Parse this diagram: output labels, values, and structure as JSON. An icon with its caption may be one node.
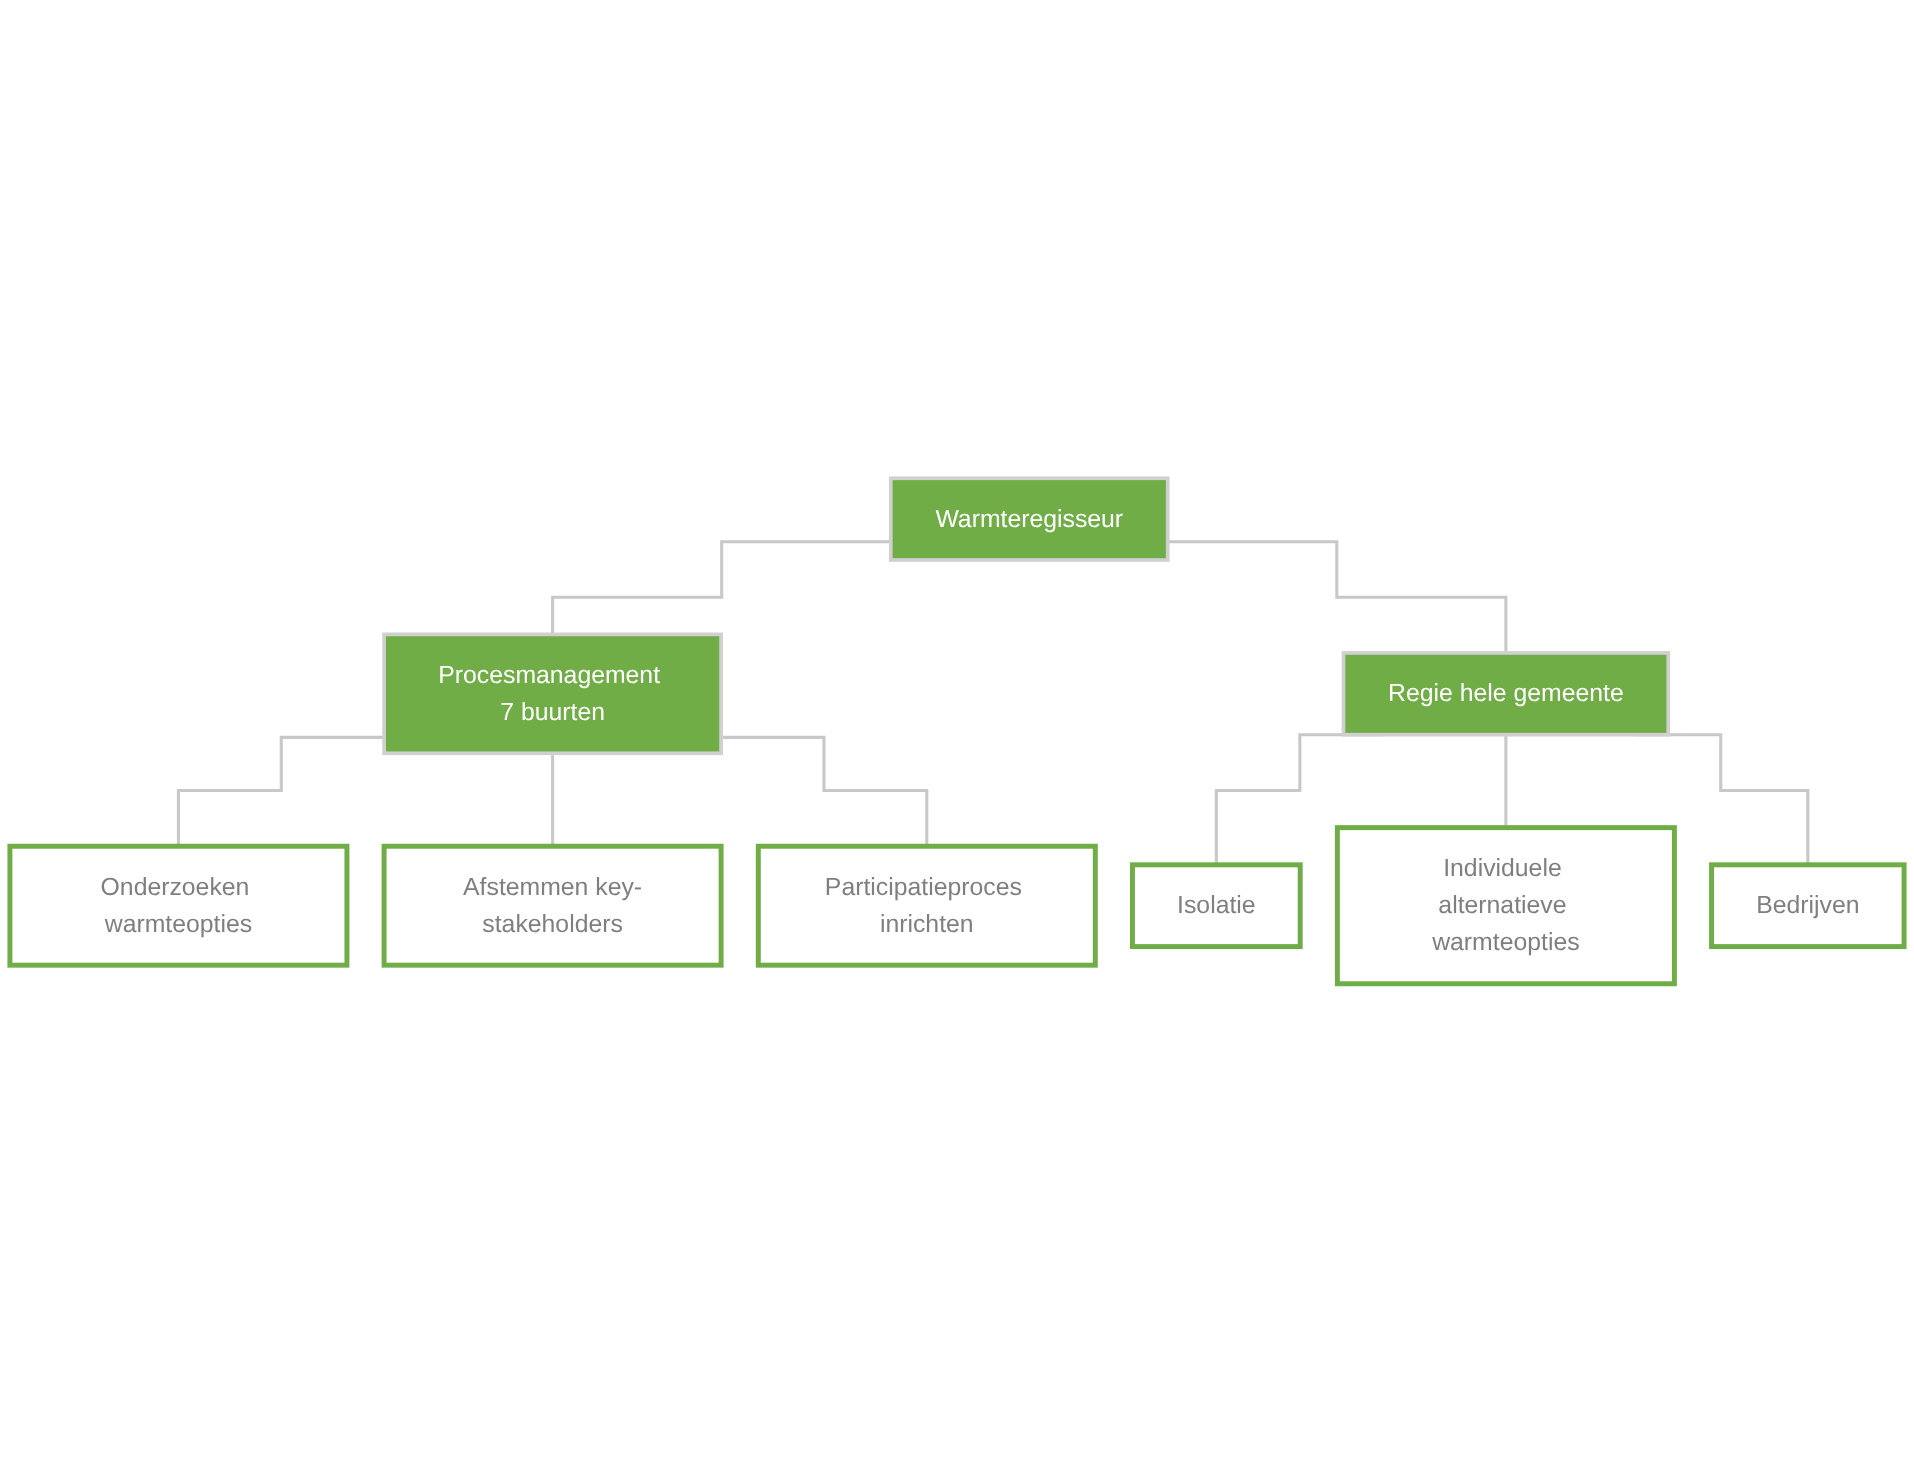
{
  "diagram": {
    "nodes": [
      {
        "text": [
          "Warmteregisseur"
        ]
      },
      {
        "text": [
          "Procesmanagement 7 buurten"
        ]
      },
      {
        "text": [
          "Regie hele gemeente"
        ]
      },
      {
        "text": [
          "Onderzoeken warmteopties"
        ]
      },
      {
        "text": [
          "Afstemmen key-stakeholders"
        ]
      },
      {
        "text": [
          "Participatieproces inrichten"
        ]
      },
      {
        "text": [
          "Isolatie"
        ]
      },
      {
        "text": [
          "Individuele alternatieve warmteopties"
        ]
      },
      {
        "text": [
          "Bedrijven"
        ]
      }
    ],
    "edges": [
      {
        "from": 0,
        "to": 1,
        "arrow": "none"
      },
      {
        "from": 0,
        "to": 2,
        "arrow": "none"
      },
      {
        "from": 1,
        "to": 3,
        "arrow": "none"
      },
      {
        "from": 1,
        "to": 4,
        "arrow": "none"
      },
      {
        "from": 1,
        "to": 5,
        "arrow": "none"
      },
      {
        "from": 2,
        "to": 6,
        "arrow": "none"
      },
      {
        "from": 2,
        "to": 7,
        "arrow": "none"
      },
      {
        "from": 2,
        "to": 8,
        "arrow": "none"
      }
    ]
  }
}
